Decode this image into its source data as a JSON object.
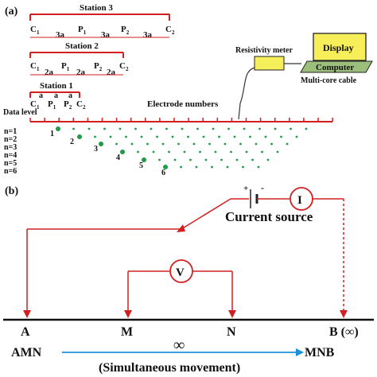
{
  "panel_a": {
    "label": "(a)",
    "station_3": {
      "title": "Station 3",
      "electrodes": [
        "C",
        "P",
        "P",
        "C"
      ],
      "subscripts": [
        "1",
        "1",
        "2",
        "2"
      ],
      "spacings": [
        "3a",
        "3a",
        "3a"
      ]
    },
    "station_2": {
      "title": "Station 2",
      "electrodes": [
        "C",
        "P",
        "P",
        "C"
      ],
      "subscripts": [
        "1",
        "1",
        "2",
        "2"
      ],
      "spacings": [
        "2a",
        "2a",
        "2a"
      ]
    },
    "station_1": {
      "title": "Station 1",
      "electrodes": [
        "C",
        "P",
        "P",
        "C"
      ],
      "subscripts": [
        "1",
        "1",
        "2",
        "2"
      ],
      "spacings": [
        "a",
        "a",
        "a"
      ]
    },
    "electrode_numbers_label": "Electrode numbers",
    "data_level_label": "Data level",
    "levels": [
      "n=1",
      "n=2",
      "n=3",
      "n=4",
      "n=5",
      "n=6"
    ],
    "point_labels": [
      "1",
      "2",
      "3",
      "4",
      "5",
      "6"
    ],
    "resistivity_meter_label": "Resistivity meter",
    "display_label": "Display",
    "computer_label": "Computer",
    "cable_label": "Multi-core cable"
  },
  "panel_b": {
    "label": "(b)",
    "battery_plus": "+",
    "battery_minus": "-",
    "ammeter_symbol": "I",
    "voltmeter_symbol": "V",
    "current_source_label": "Current source",
    "electrodes": [
      "A",
      "M",
      "N",
      "B (∞)"
    ],
    "left_group": "AMN",
    "right_group": "MNB",
    "infinity_symbol": "∞",
    "movement_label": "(Simultaneous movement)"
  },
  "colors": {
    "red": "#d22020",
    "green": "#1f9a45",
    "blue": "#1e8fd8",
    "meter_yellow": "#f6ef5a",
    "computer_green": "#9bbf7a"
  }
}
